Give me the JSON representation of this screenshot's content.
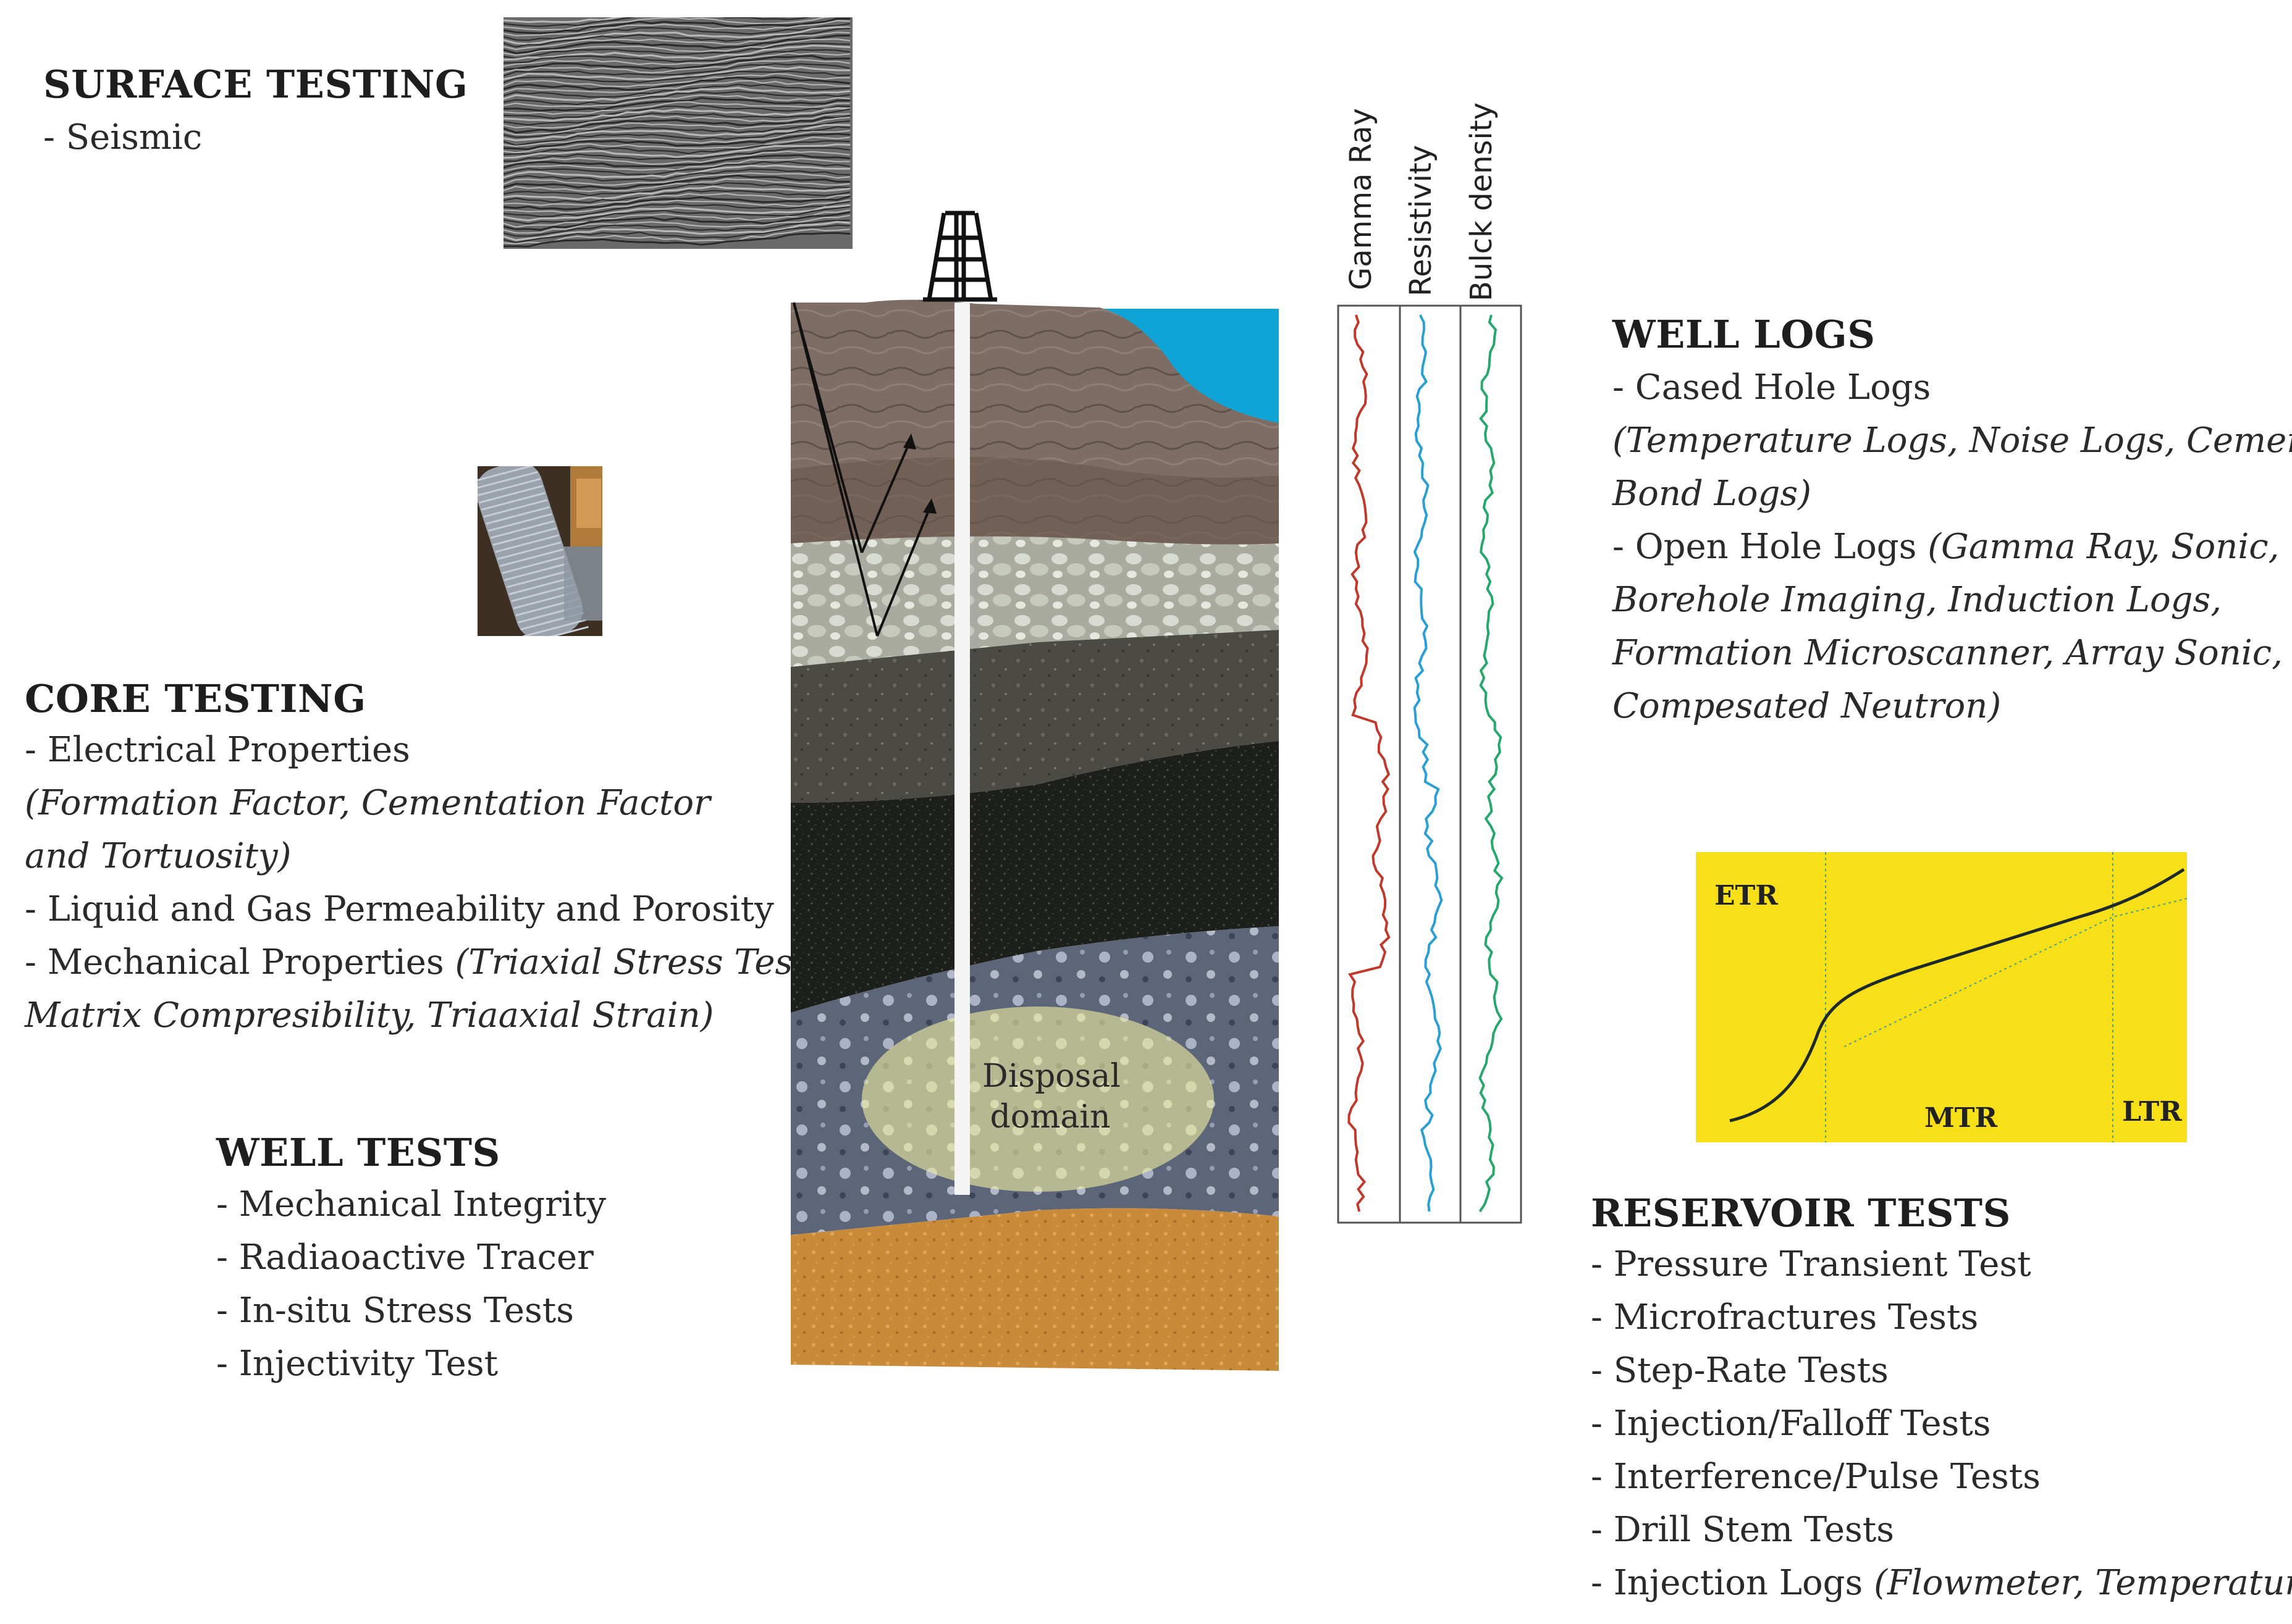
{
  "surface": {
    "heading": "SURFACE TESTING",
    "items": [
      "- Seismic"
    ]
  },
  "core": {
    "heading": "CORE TESTING",
    "line1": "- Electrical Properties",
    "line2": "(Formation Factor, Cementation Factor",
    "line3": "and Tortuosity)",
    "line4": "- Liquid and Gas Permeability and Porosity",
    "line5_plain": "- Mechanical Properties ",
    "line5_italic": "(Triaxial Stress Tests,",
    "line6": "Matrix Compresibility, Triaaxial Strain)"
  },
  "well_tests": {
    "heading": "WELL TESTS",
    "items": [
      "- Mechanical Integrity",
      "- Radiaoactive Tracer",
      "- In-situ Stress Tests",
      "- Injectivity Test"
    ]
  },
  "well_logs": {
    "heading": "WELL LOGS",
    "line1": "- Cased Hole Logs",
    "line2": "(Temperature Logs, Noise Logs, Cement",
    "line3": "Bond Logs)",
    "line4_plain": "- Open Hole Logs ",
    "line4_italic": "(Gamma Ray, Sonic,",
    "line5": "Borehole Imaging, Induction Logs,",
    "line6": "Formation Microscanner, Array Sonic,",
    "line7": "Compesated Neutron)"
  },
  "reservoir": {
    "heading": "RESERVOIR TESTS",
    "items": [
      "- Pressure Transient Test",
      "- Microfractures Tests",
      "- Step-Rate Tests",
      "- Injection/Falloff Tests",
      "- Interference/Pulse Tests",
      "- Drill Stem Tests"
    ],
    "last_plain": "- Injection Logs ",
    "last_italic": "(Flowmeter, Temperature)"
  },
  "log_tracks": {
    "labels": [
      "Gamma Ray",
      "Resistivity",
      "Bulck density"
    ],
    "colors": [
      "#c0392b",
      "#2a9fd6",
      "#27a86b"
    ]
  },
  "disposal": {
    "line1": "Disposal",
    "line2": "domain"
  },
  "pressure_chart": {
    "labels": {
      "etr": "ETR",
      "mtr": "MTR",
      "ltr": "LTR"
    },
    "background": "#f7e017"
  },
  "colors": {
    "sky": "#0fa3d6",
    "rock_top": "#7a6b63",
    "gravel": "#b9bcb0",
    "dark_rock": "#4d4b46",
    "black_sand": "#1c1e1a",
    "blue_grey": "#6c7486",
    "orange_sand": "#c98a3a"
  }
}
